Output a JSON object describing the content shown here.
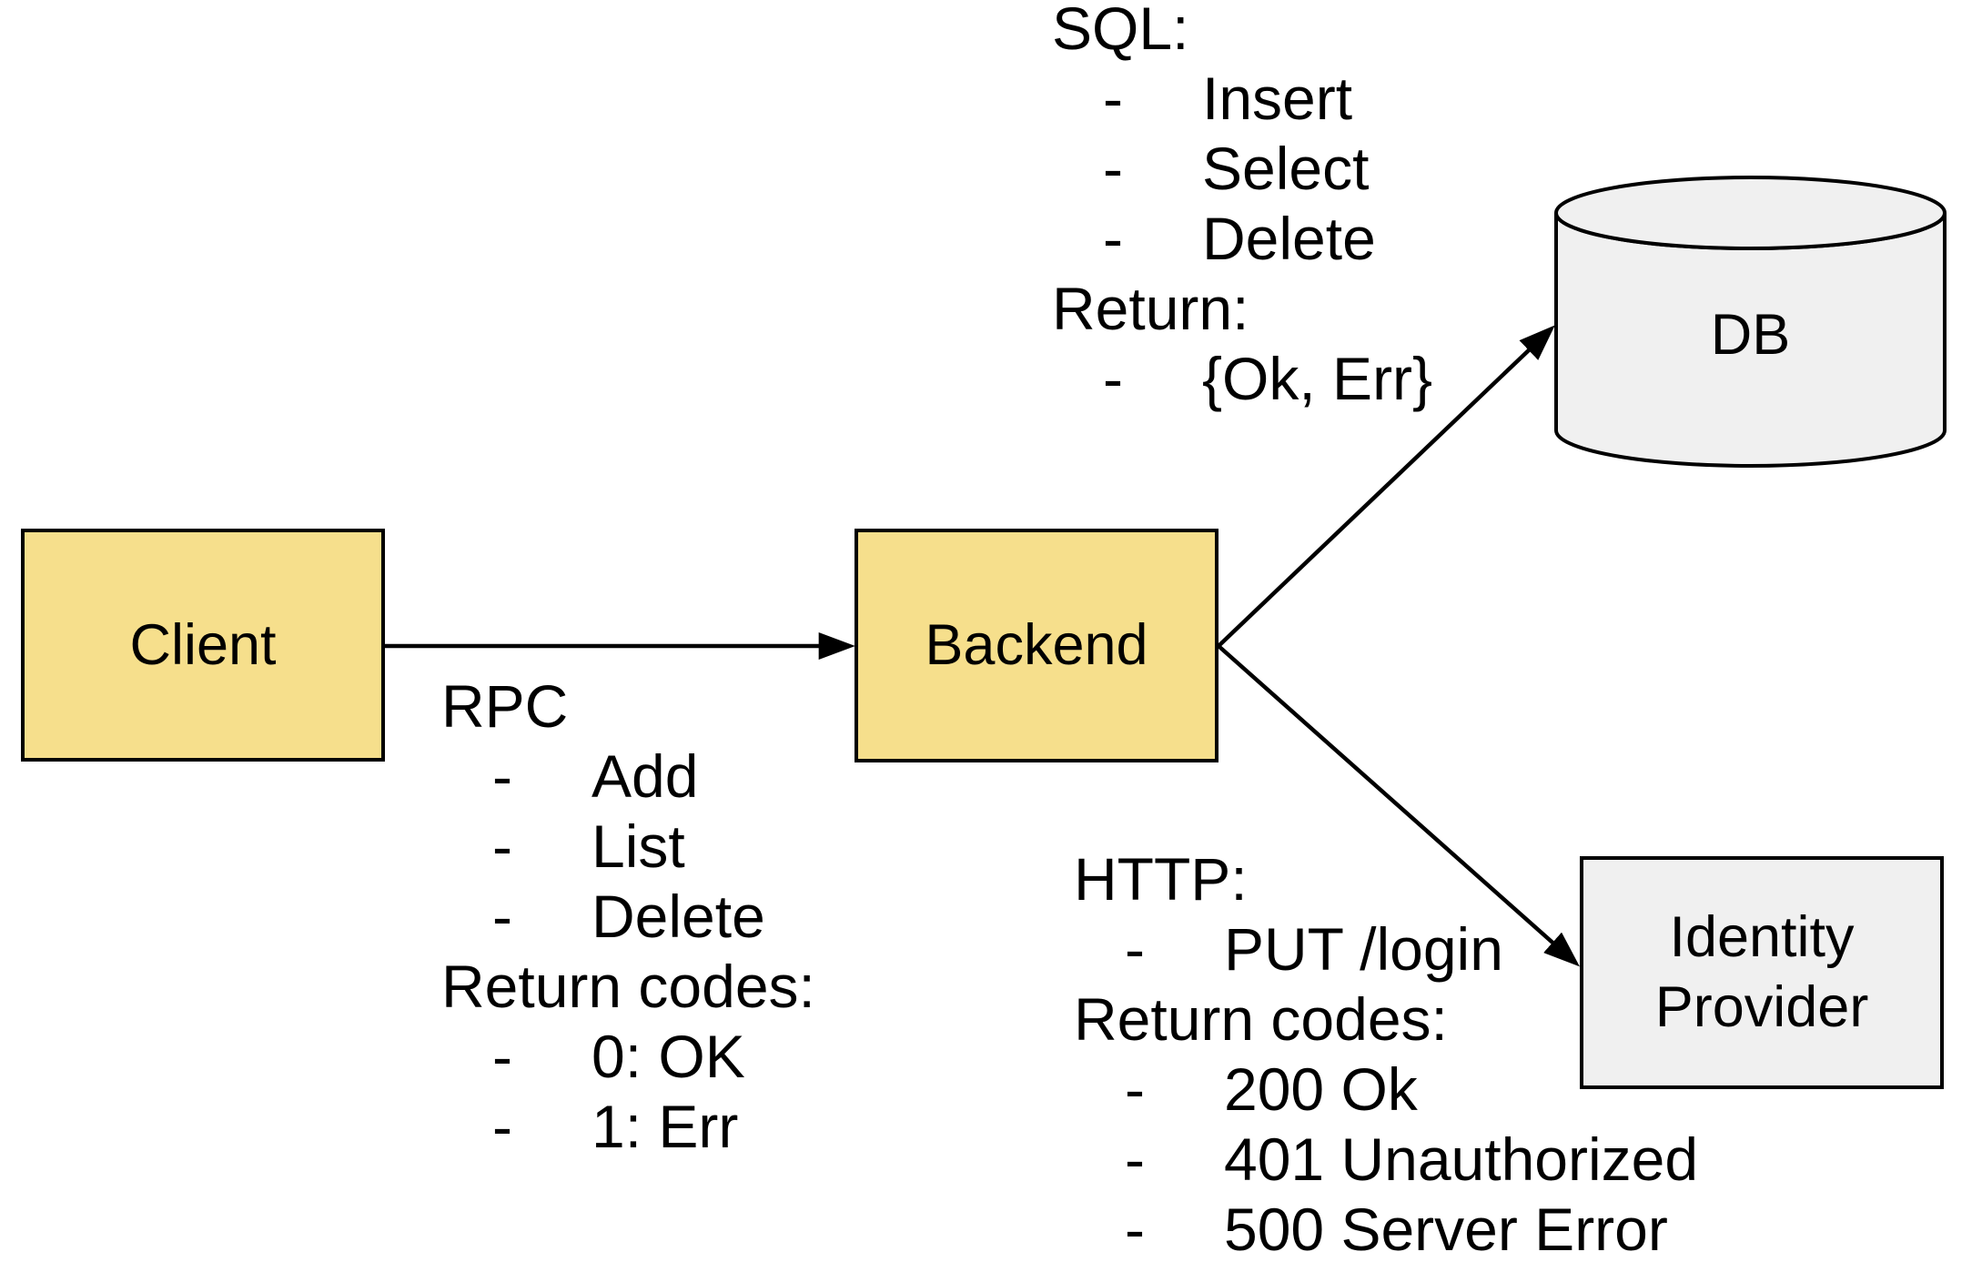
{
  "canvas": {
    "background": "#ffffff"
  },
  "colors": {
    "node_fill_yellow": "#F6DF8C",
    "node_fill_gray": "#F0F0F0",
    "stroke": "#000000",
    "text": "#000000"
  },
  "nodes": {
    "client": {
      "label": "Client",
      "shape": "rectangle",
      "fill": "#F6DF8C"
    },
    "backend": {
      "label": "Backend",
      "shape": "rectangle",
      "fill": "#F6DF8C"
    },
    "db": {
      "label": "DB",
      "shape": "cylinder",
      "fill": "#F0F0F0"
    },
    "identity_provider": {
      "label": "Identity Provider",
      "lines": [
        "Identity",
        "Provider"
      ],
      "shape": "rectangle",
      "fill": "#F0F0F0"
    }
  },
  "edges": [
    {
      "name": "client-to-backend",
      "from": "client",
      "to": "backend",
      "annotation": "rpc"
    },
    {
      "name": "backend-to-db",
      "from": "backend",
      "to": "db",
      "annotation": "sql"
    },
    {
      "name": "backend-to-identity-provider",
      "from": "backend",
      "to": "identity_provider",
      "annotation": "http"
    }
  ],
  "annotations": {
    "bullet_char": "-",
    "rpc": {
      "lines": [
        {
          "indent": 0,
          "text": "RPC"
        },
        {
          "indent": 1,
          "text": "Add"
        },
        {
          "indent": 1,
          "text": "List"
        },
        {
          "indent": 1,
          "text": "Delete"
        },
        {
          "indent": 0,
          "text": "Return codes:"
        },
        {
          "indent": 1,
          "text": "0: OK"
        },
        {
          "indent": 1,
          "text": "1: Err"
        }
      ]
    },
    "sql": {
      "lines": [
        {
          "indent": 0,
          "text": "SQL:"
        },
        {
          "indent": 1,
          "text": "Insert"
        },
        {
          "indent": 1,
          "text": "Select"
        },
        {
          "indent": 1,
          "text": "Delete"
        },
        {
          "indent": 0,
          "text": "Return:"
        },
        {
          "indent": 1,
          "text": "{Ok, Err}"
        }
      ]
    },
    "http": {
      "lines": [
        {
          "indent": 0,
          "text": "HTTP:"
        },
        {
          "indent": 1,
          "text": "PUT /login"
        },
        {
          "indent": 0,
          "text": "Return codes:"
        },
        {
          "indent": 1,
          "text": "200 Ok"
        },
        {
          "indent": 1,
          "text": "401 Unauthorized"
        },
        {
          "indent": 1,
          "text": "500 Server Error"
        }
      ]
    }
  }
}
